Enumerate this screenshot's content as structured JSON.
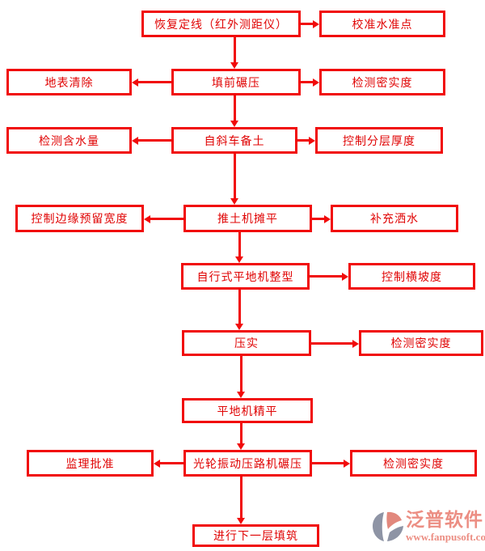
{
  "palette": {
    "background": "#ffffff",
    "box_border_red": "#f10b0b",
    "box_text_red": "#e00404",
    "logo_salmon": "#ec8e83",
    "logo_gray": "#8e94a5"
  },
  "nodes": [
    {
      "id": "restore-alignment",
      "label": "恢复定线（红外测距仪）"
    },
    {
      "id": "calibrate-benchmark",
      "label": "校准水准点"
    },
    {
      "id": "surface-clearing",
      "label": "地表清除"
    },
    {
      "id": "pre-fill-rolling",
      "label": "填前碾压"
    },
    {
      "id": "density-check-1",
      "label": "检测密实度"
    },
    {
      "id": "moisture-check",
      "label": "检测含水量"
    },
    {
      "id": "dump-truck-soil",
      "label": "自斜车备土"
    },
    {
      "id": "layer-thickness-control",
      "label": "控制分层厚度"
    },
    {
      "id": "edge-reserved-width",
      "label": "控制边缘预留宽度"
    },
    {
      "id": "bulldozer-spreading",
      "label": "推土机摊平"
    },
    {
      "id": "supplementary-watering",
      "label": "补充洒水"
    },
    {
      "id": "grader-shaping",
      "label": "自行式平地机整型"
    },
    {
      "id": "cross-slope-control",
      "label": "控制横坡度"
    },
    {
      "id": "compaction",
      "label": "压实"
    },
    {
      "id": "density-check-2",
      "label": "检测密实度"
    },
    {
      "id": "grader-fine-leveling",
      "label": "平地机精平"
    },
    {
      "id": "supervision-approval",
      "label": "监理批准"
    },
    {
      "id": "roller-compaction",
      "label": "光轮振动压路机碾压"
    },
    {
      "id": "density-check-3",
      "label": "检测密实度"
    },
    {
      "id": "next-layer-filling",
      "label": "进行下一层填筑"
    }
  ],
  "logo": {
    "name": "泛普软件",
    "url": "www.fanpusoft.com"
  }
}
